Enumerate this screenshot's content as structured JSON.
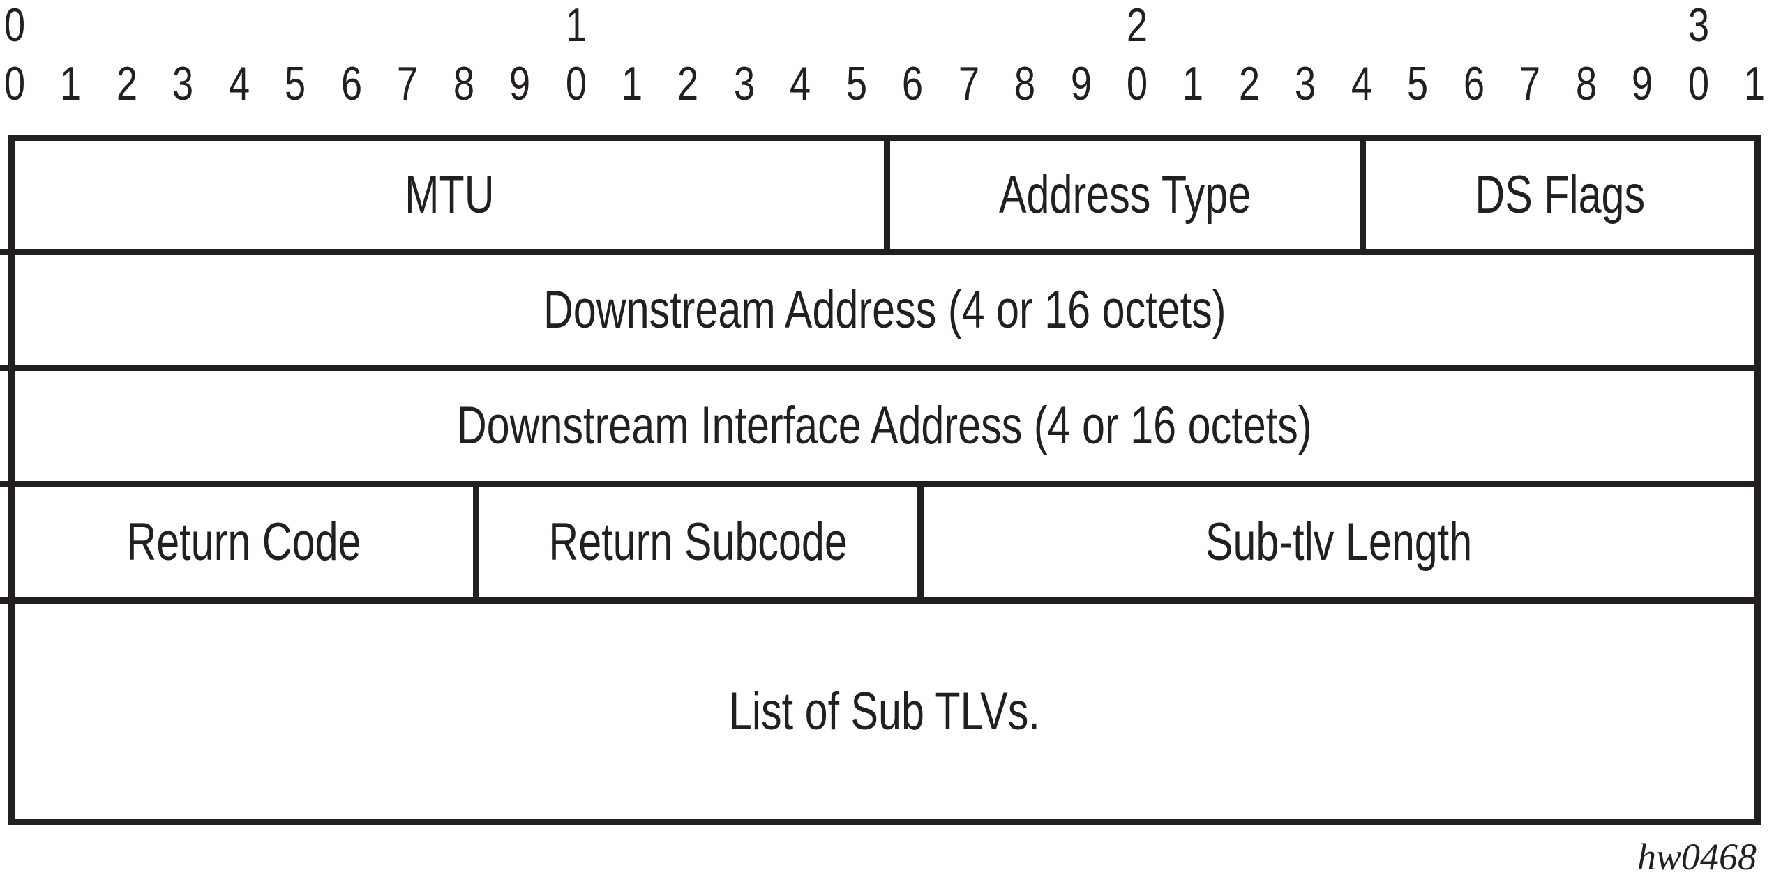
{
  "ruler": {
    "tens": [
      {
        "label": "0",
        "bit": 0
      },
      {
        "label": "1",
        "bit": 10
      },
      {
        "label": "2",
        "bit": 20
      },
      {
        "label": "3",
        "bit": 30
      }
    ],
    "bits": [
      "0",
      "1",
      "2",
      "3",
      "4",
      "5",
      "6",
      "7",
      "8",
      "9",
      "0",
      "1",
      "2",
      "3",
      "4",
      "5",
      "6",
      "7",
      "8",
      "9",
      "0",
      "1",
      "2",
      "3",
      "4",
      "5",
      "6",
      "7",
      "8",
      "9",
      "0",
      "1"
    ]
  },
  "diagram": {
    "rows": [
      {
        "cells": [
          {
            "label": "MTU"
          },
          {
            "label": "Address Type"
          },
          {
            "label": "DS Flags"
          }
        ]
      },
      {
        "cells": [
          {
            "label": "Downstream Address (4 or 16 octets)"
          }
        ]
      },
      {
        "cells": [
          {
            "label": "Downstream Interface Address (4 or 16 octets)"
          }
        ]
      },
      {
        "cells": [
          {
            "label": "Return Code"
          },
          {
            "label": "Return Subcode"
          },
          {
            "label": "Sub-tlv Length"
          }
        ]
      },
      {
        "cells": [
          {
            "label": "List of Sub TLVs."
          }
        ]
      }
    ]
  },
  "caption": "hw0468",
  "colors": {
    "ink": "#231F20",
    "background": "#FFFFFF"
  }
}
